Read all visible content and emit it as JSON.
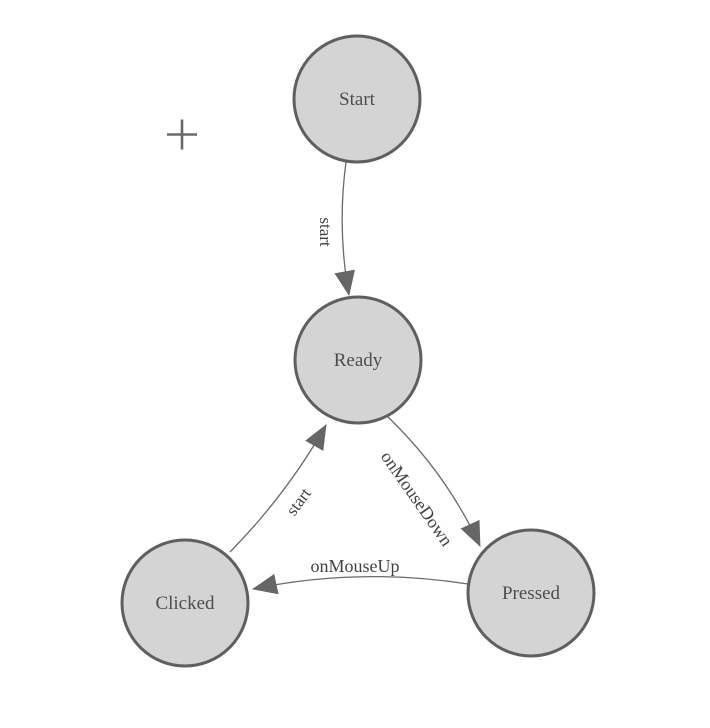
{
  "diagram": {
    "type": "state-machine",
    "nodes": [
      {
        "id": "start",
        "label": "Start"
      },
      {
        "id": "ready",
        "label": "Ready"
      },
      {
        "id": "clicked",
        "label": "Clicked"
      },
      {
        "id": "pressed",
        "label": "Pressed"
      }
    ],
    "edges": [
      {
        "from": "start",
        "to": "ready",
        "label": "start"
      },
      {
        "from": "ready",
        "to": "pressed",
        "label": "onMouseDown"
      },
      {
        "from": "pressed",
        "to": "clicked",
        "label": "onMouseUp"
      },
      {
        "from": "clicked",
        "to": "ready",
        "label": "start"
      }
    ],
    "colors": {
      "background": "#ffffff",
      "node_fill": "#d4d4d4",
      "node_stroke": "#5f5f5f",
      "edge_stroke": "#6a6a6a",
      "arrowhead_fill": "#666666",
      "node_label_text": "#4d4d4d",
      "edge_label_text": "#424242",
      "crosshair": "#6a6a6a"
    },
    "icons": {
      "crosshair": "+"
    }
  }
}
